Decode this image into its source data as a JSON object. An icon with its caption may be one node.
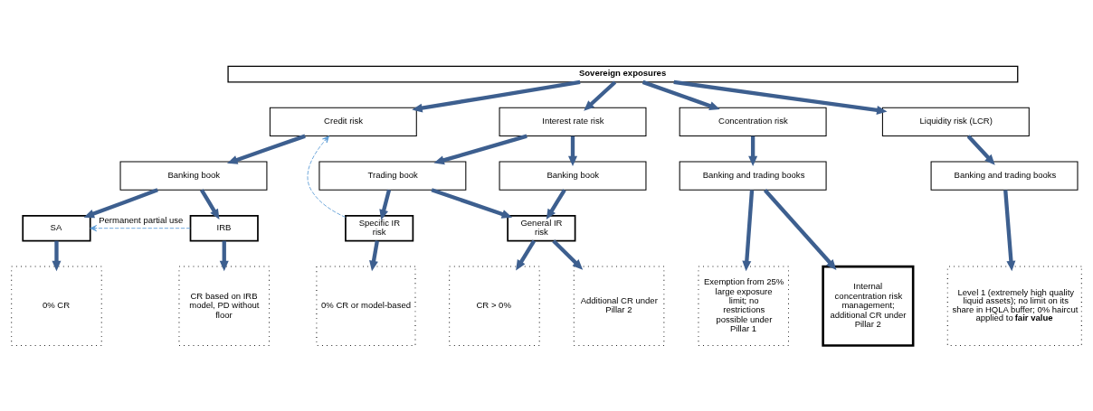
{
  "diagram": {
    "nodes": [
      {
        "text": [
          "Sovereign exposures"
        ]
      },
      {
        "text": [
          "Credit risk"
        ]
      },
      {
        "text": [
          "Interest rate risk"
        ]
      },
      {
        "text": [
          "Concentration risk"
        ]
      },
      {
        "text": [
          "Liquidity risk (LCR)"
        ]
      },
      {
        "text": [
          "Banking book"
        ]
      },
      {
        "text": [
          "Trading book"
        ]
      },
      {
        "text": [
          "Banking book"
        ]
      },
      {
        "text": [
          "Banking and trading books"
        ]
      },
      {
        "text": [
          "Banking and trading books"
        ]
      },
      {
        "text": [
          "SA"
        ]
      },
      {
        "text": [
          "IRB"
        ]
      },
      {
        "text": [
          "Specific IR risk"
        ]
      },
      {
        "text": [
          "General IR risk"
        ]
      },
      {
        "text": [
          "0% CR"
        ]
      },
      {
        "text": [
          "CR based on IRB model, PD without floor"
        ]
      },
      {
        "text": [
          "0% CR or model-based"
        ]
      },
      {
        "text": [
          "CR > 0%"
        ]
      },
      {
        "text": [
          "Additional CR under Pillar 2"
        ]
      },
      {
        "text": [
          "Exemption from 25% large exposure limit; no restrictions possible under Pillar 1"
        ]
      },
      {
        "text": [
          "Internal concentration risk management; additional CR under Pillar 2"
        ]
      },
      {
        "text": [
          "Level 1 (extremely high quality liquid assets); no limit on its share in HQLA buffer; 0% haircut applied to **fair value**"
        ]
      }
    ],
    "edges": [
      {
        "from": 0,
        "to": 1,
        "arrow": "to"
      },
      {
        "from": 0,
        "to": 2,
        "arrow": "to"
      },
      {
        "from": 0,
        "to": 3,
        "arrow": "to"
      },
      {
        "from": 0,
        "to": 4,
        "arrow": "to"
      },
      {
        "from": 1,
        "to": 5,
        "arrow": "to"
      },
      {
        "from": 2,
        "to": 6,
        "arrow": "to"
      },
      {
        "from": 2,
        "to": 7,
        "arrow": "to"
      },
      {
        "from": 3,
        "to": 8,
        "arrow": "to"
      },
      {
        "from": 4,
        "to": 9,
        "arrow": "to"
      },
      {
        "from": 5,
        "to": 10,
        "arrow": "to"
      },
      {
        "from": 5,
        "to": 11,
        "arrow": "to"
      },
      {
        "from": 11,
        "to": 10,
        "arrow": "to",
        "label": "Permanent partial use",
        "style": "dashed",
        "color": "#5b9bd5"
      },
      {
        "from": 6,
        "to": 12,
        "arrow": "to"
      },
      {
        "from": 6,
        "to": 13,
        "arrow": "to"
      },
      {
        "from": 7,
        "to": 13,
        "arrow": "to"
      },
      {
        "from": 12,
        "to": 1,
        "arrow": "to",
        "style": "dashed",
        "color": "#5b9bd5"
      },
      {
        "from": 8,
        "to": 19,
        "arrow": "to"
      },
      {
        "from": 8,
        "to": 20,
        "arrow": "to"
      },
      {
        "from": 9,
        "to": 21,
        "arrow": "to"
      },
      {
        "from": 10,
        "to": 14,
        "arrow": "to"
      },
      {
        "from": 11,
        "to": 15,
        "arrow": "to"
      },
      {
        "from": 12,
        "to": 16,
        "arrow": "to"
      },
      {
        "from": 13,
        "to": 17,
        "arrow": "to"
      },
      {
        "from": 13,
        "to": 18,
        "arrow": "to"
      }
    ]
  }
}
